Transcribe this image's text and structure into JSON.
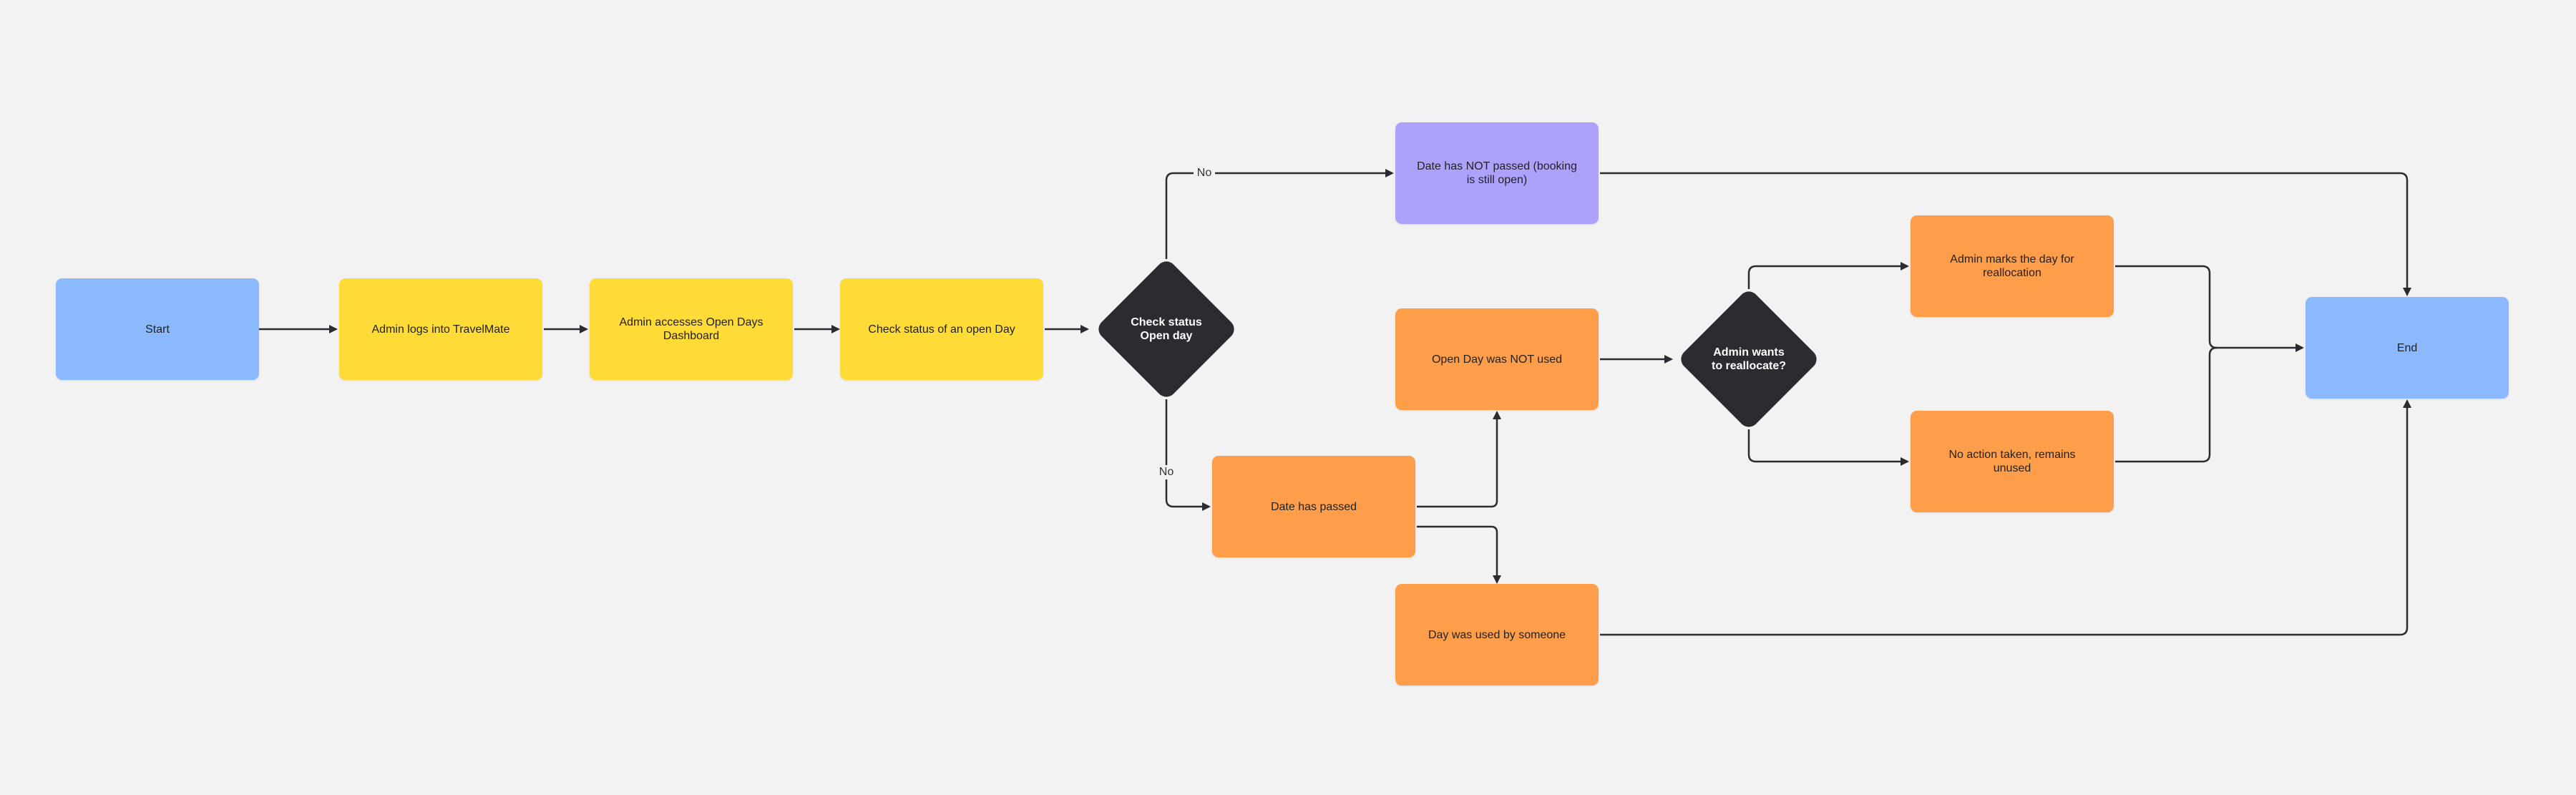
{
  "diagram": {
    "nodes": {
      "start": "Start",
      "login": "Admin logs into TravelMate",
      "dashboard": "Admin accesses Open Days Dashboard",
      "check_open_day": "Check status of an open Day",
      "decision_status": "Check status\nOpen day",
      "not_passed": "Date has NOT passed (booking is still open)",
      "date_passed": "Date has passed",
      "not_used": "Open Day was NOT used",
      "used_by_someone": "Day was used by someone",
      "decision_reallocate": "Admin wants\nto reallocate?",
      "mark_reallocation": "Admin marks the day for reallocation",
      "no_action": "No action taken, remains unused",
      "end": "End"
    },
    "edge_labels": {
      "to_not_passed": "No",
      "to_date_passed": "No"
    },
    "colors": {
      "background": "#f2f2f2",
      "terminal": "#8bb9fe",
      "process": "#ffdb38",
      "result": "#ff9e4a",
      "open": "#aca2fc",
      "decision": "#2b2c31",
      "connector": "#2b2c31"
    }
  }
}
